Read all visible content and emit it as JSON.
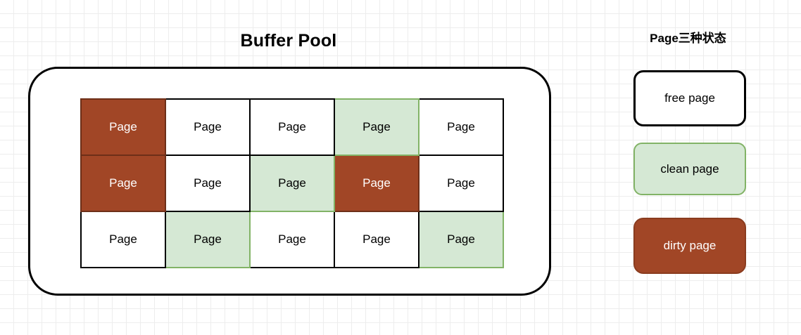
{
  "background": {
    "grid_minor_color": "#ededed",
    "grid_major_color": "#d8d8d8",
    "page_color": "#ffffff"
  },
  "buffer_pool": {
    "title": "Buffer Pool",
    "cell_label": "Page",
    "grid": {
      "rows": 3,
      "columns": 5,
      "cells": [
        [
          {
            "label": "Page",
            "state": "dirty"
          },
          {
            "label": "Page",
            "state": "free"
          },
          {
            "label": "Page",
            "state": "free"
          },
          {
            "label": "Page",
            "state": "clean"
          },
          {
            "label": "Page",
            "state": "free"
          }
        ],
        [
          {
            "label": "Page",
            "state": "dirty"
          },
          {
            "label": "Page",
            "state": "free"
          },
          {
            "label": "Page",
            "state": "clean"
          },
          {
            "label": "Page",
            "state": "dirty"
          },
          {
            "label": "Page",
            "state": "free"
          }
        ],
        [
          {
            "label": "Page",
            "state": "free"
          },
          {
            "label": "Page",
            "state": "clean"
          },
          {
            "label": "Page",
            "state": "free"
          },
          {
            "label": "Page",
            "state": "free"
          },
          {
            "label": "Page",
            "state": "clean"
          }
        ]
      ]
    }
  },
  "legend": {
    "title": "Page三种状态",
    "items": [
      {
        "label": "free page",
        "state": "free",
        "fill": "#ffffff",
        "border": "#000000",
        "text": "#000000"
      },
      {
        "label": "clean page",
        "state": "clean",
        "fill": "#d5e8d4",
        "border": "#82b366",
        "text": "#000000"
      },
      {
        "label": "dirty page",
        "state": "dirty",
        "fill": "#a14626",
        "border": "#8a3c1f",
        "text": "#ffffff"
      }
    ]
  }
}
